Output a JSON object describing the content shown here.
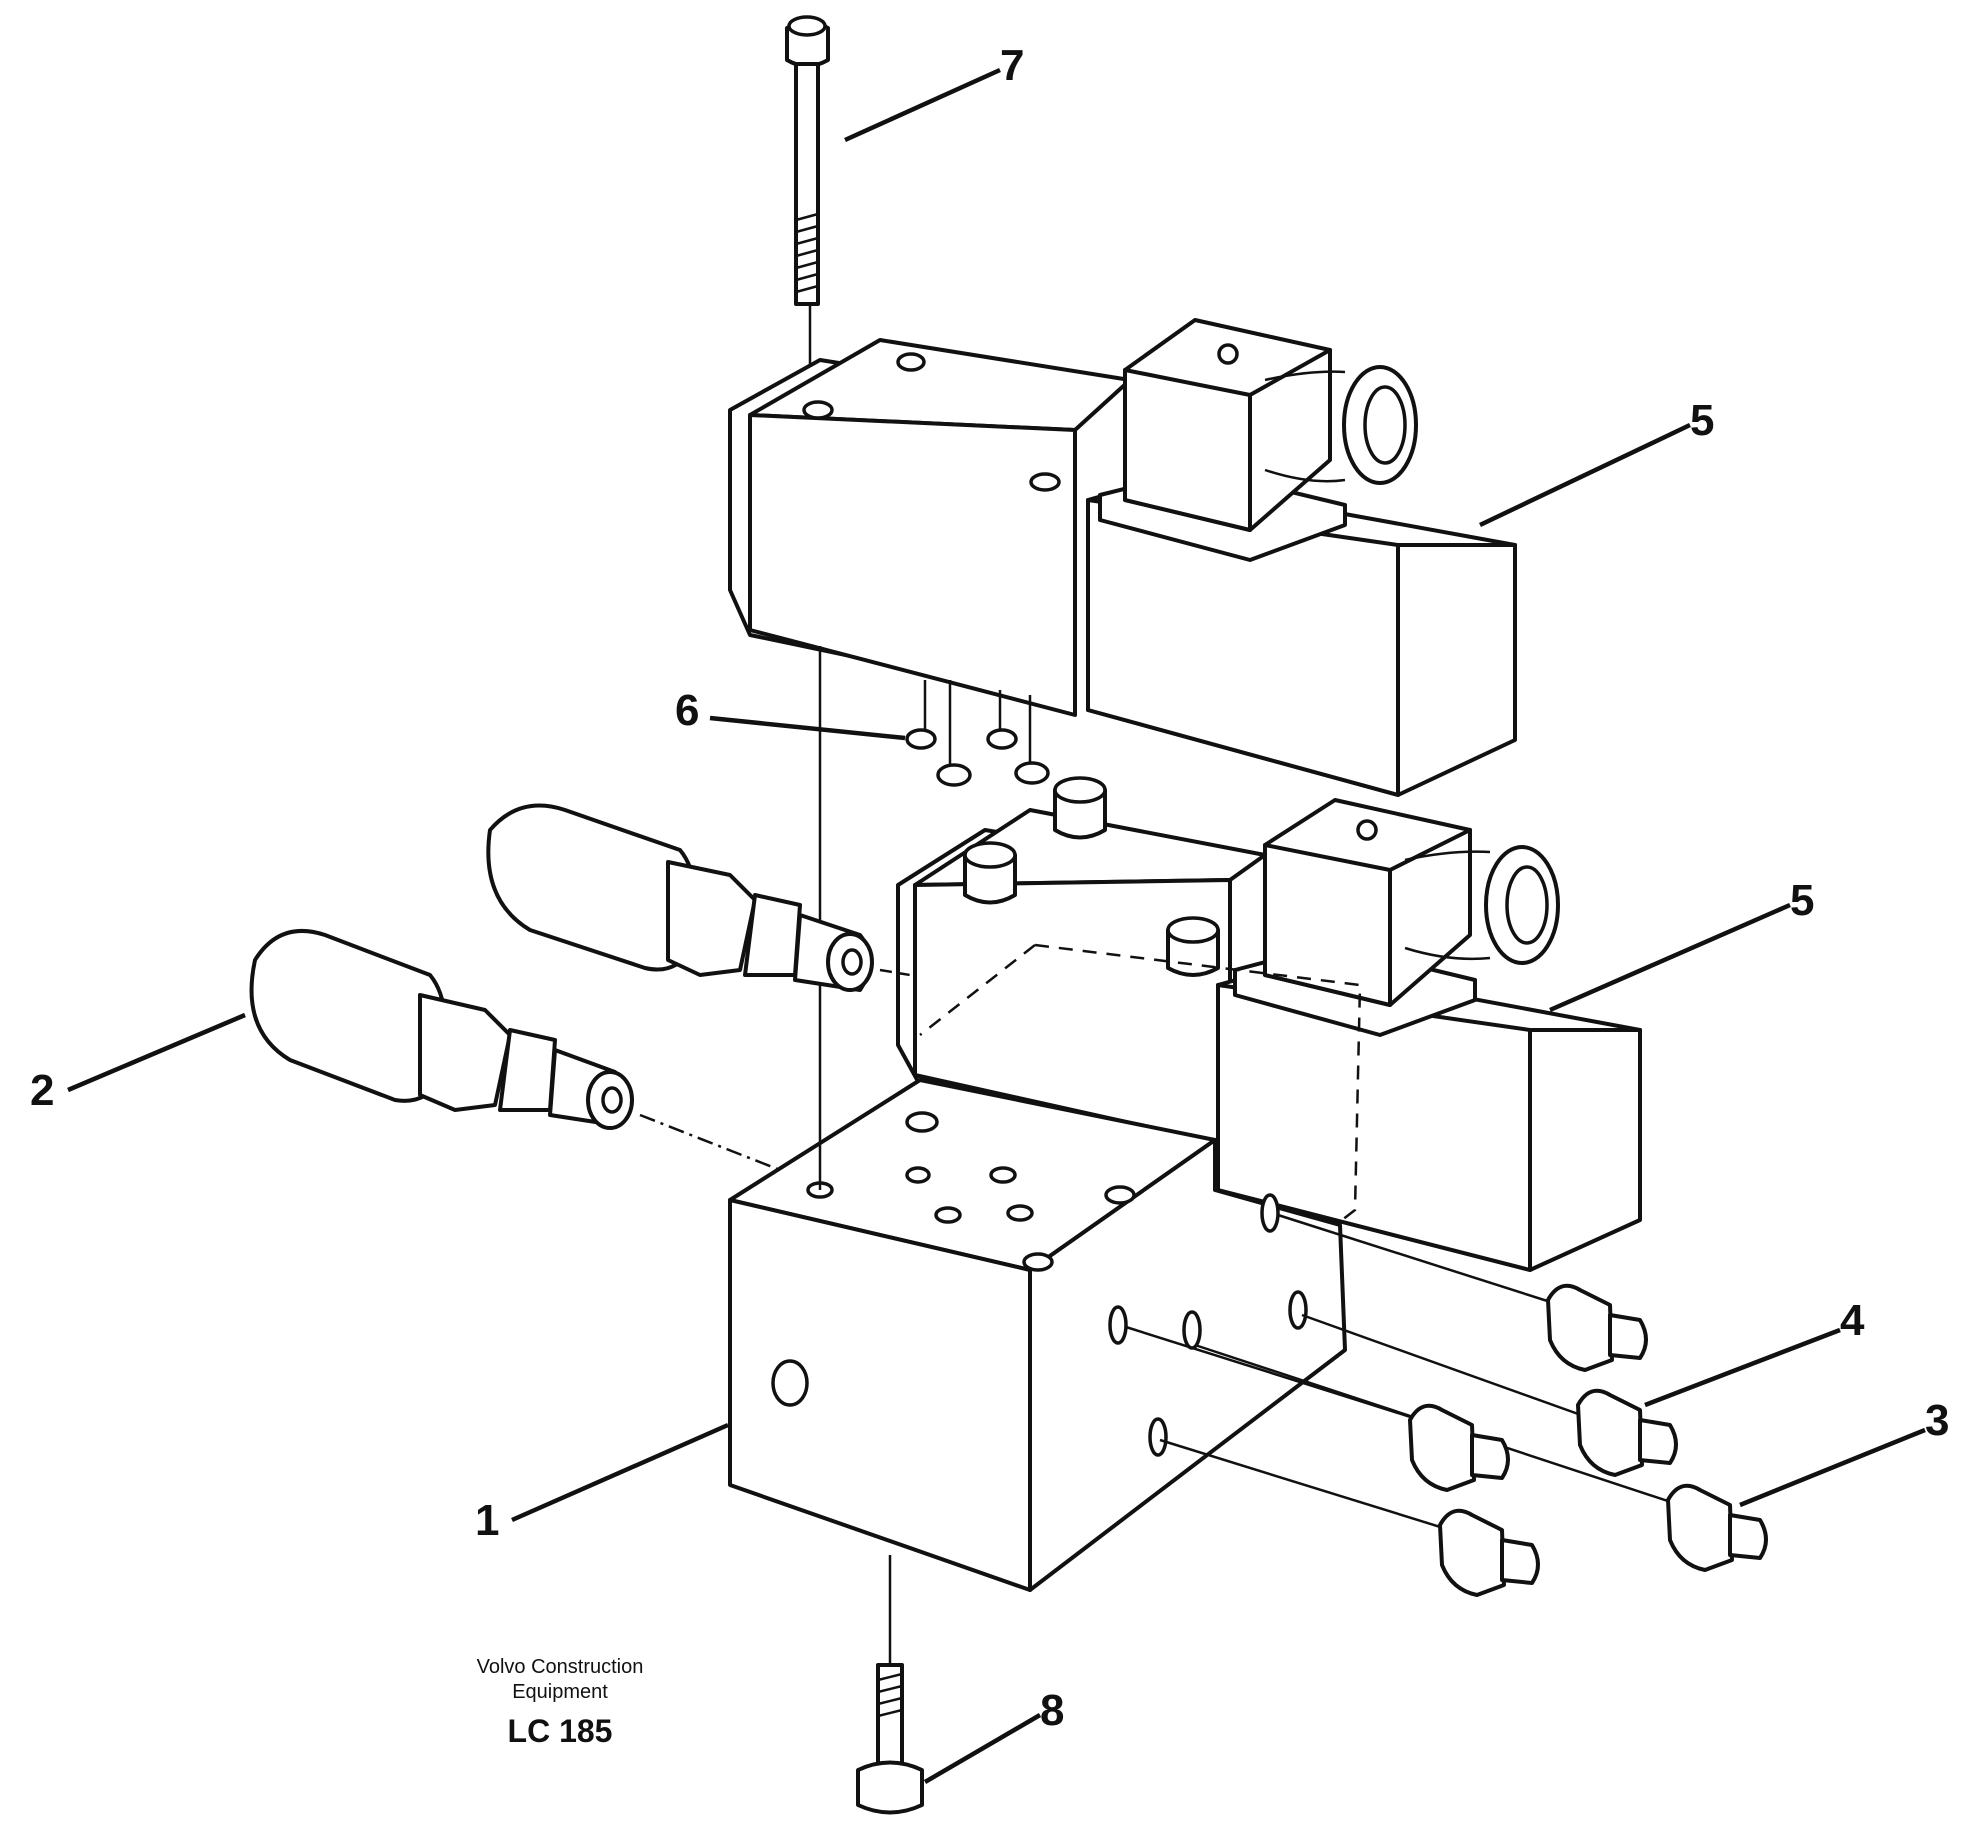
{
  "callouts": {
    "c1": "1",
    "c2": "2",
    "c3": "3",
    "c4": "4",
    "c5a": "5",
    "c5b": "5",
    "c6": "6",
    "c7": "7",
    "c8": "8"
  },
  "footer": {
    "maker_line1": "Volvo Construction",
    "maker_line2": "Equipment",
    "model": "LC 185"
  }
}
